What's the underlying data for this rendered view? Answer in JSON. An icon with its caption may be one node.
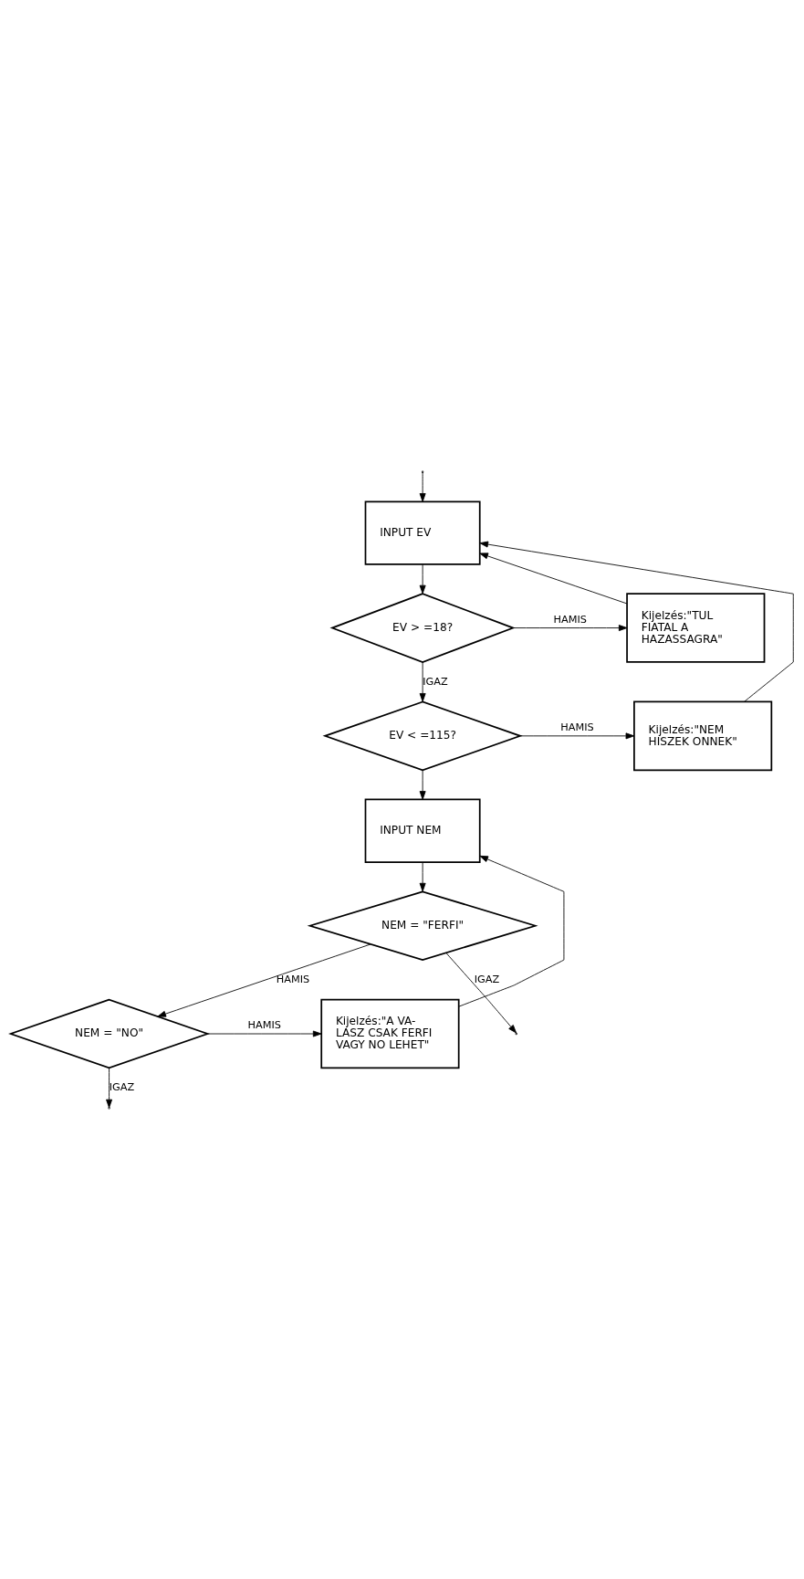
{
  "diagram": {
    "nodes": [
      {
        "text": [
          "INPUT EV"
        ]
      },
      {
        "text": [
          "EV > =18?"
        ]
      },
      {
        "text": [
          "Kijelzés:\"TUL FIATAL A HAZASSAGRA\""
        ]
      },
      {
        "text": [
          "EV < =115?"
        ]
      },
      {
        "text": [
          "Kijelzés:\"NEM HISZEK ONNEK\""
        ]
      },
      {
        "text": [
          "INPUT NEM"
        ]
      },
      {
        "text": [
          "NEM = \"FERFI\""
        ]
      },
      {
        "text": [
          "NEM = \"NO\""
        ]
      },
      {
        "text": [
          "Kijelzés:\"A VA- LASZ CSAK FERFI VAGY NO LEHET\""
        ]
      }
    ],
    "edges": [
      {
        "from": null,
        "to": 0,
        "arrow": "to"
      },
      {
        "from": 0,
        "to": 1,
        "arrow": "to"
      },
      {
        "from": 1,
        "to": 2,
        "arrow": "to",
        "label": "HAMIS"
      },
      {
        "from": 2,
        "to": 0,
        "arrow": "to"
      },
      {
        "from": 1,
        "to": 3,
        "arrow": "to",
        "label": "IGAZ"
      },
      {
        "from": 3,
        "to": 4,
        "arrow": "to",
        "label": "HAMIS"
      },
      {
        "from": 4,
        "to": 0,
        "arrow": "to"
      },
      {
        "from": 3,
        "to": 5,
        "arrow": "to"
      },
      {
        "from": 5,
        "to": 6,
        "arrow": "to"
      },
      {
        "from": 6,
        "to": null,
        "arrow": "to",
        "label": "IGAZ"
      },
      {
        "from": 6,
        "to": 7,
        "arrow": "to",
        "label": "HAMIS"
      },
      {
        "from": 7,
        "to": 8,
        "arrow": "to",
        "label": "HAMIS"
      },
      {
        "from": 8,
        "to": 5,
        "arrow": "to"
      },
      {
        "from": 7,
        "to": null,
        "arrow": "to",
        "label": "IGAZ"
      }
    ]
  }
}
